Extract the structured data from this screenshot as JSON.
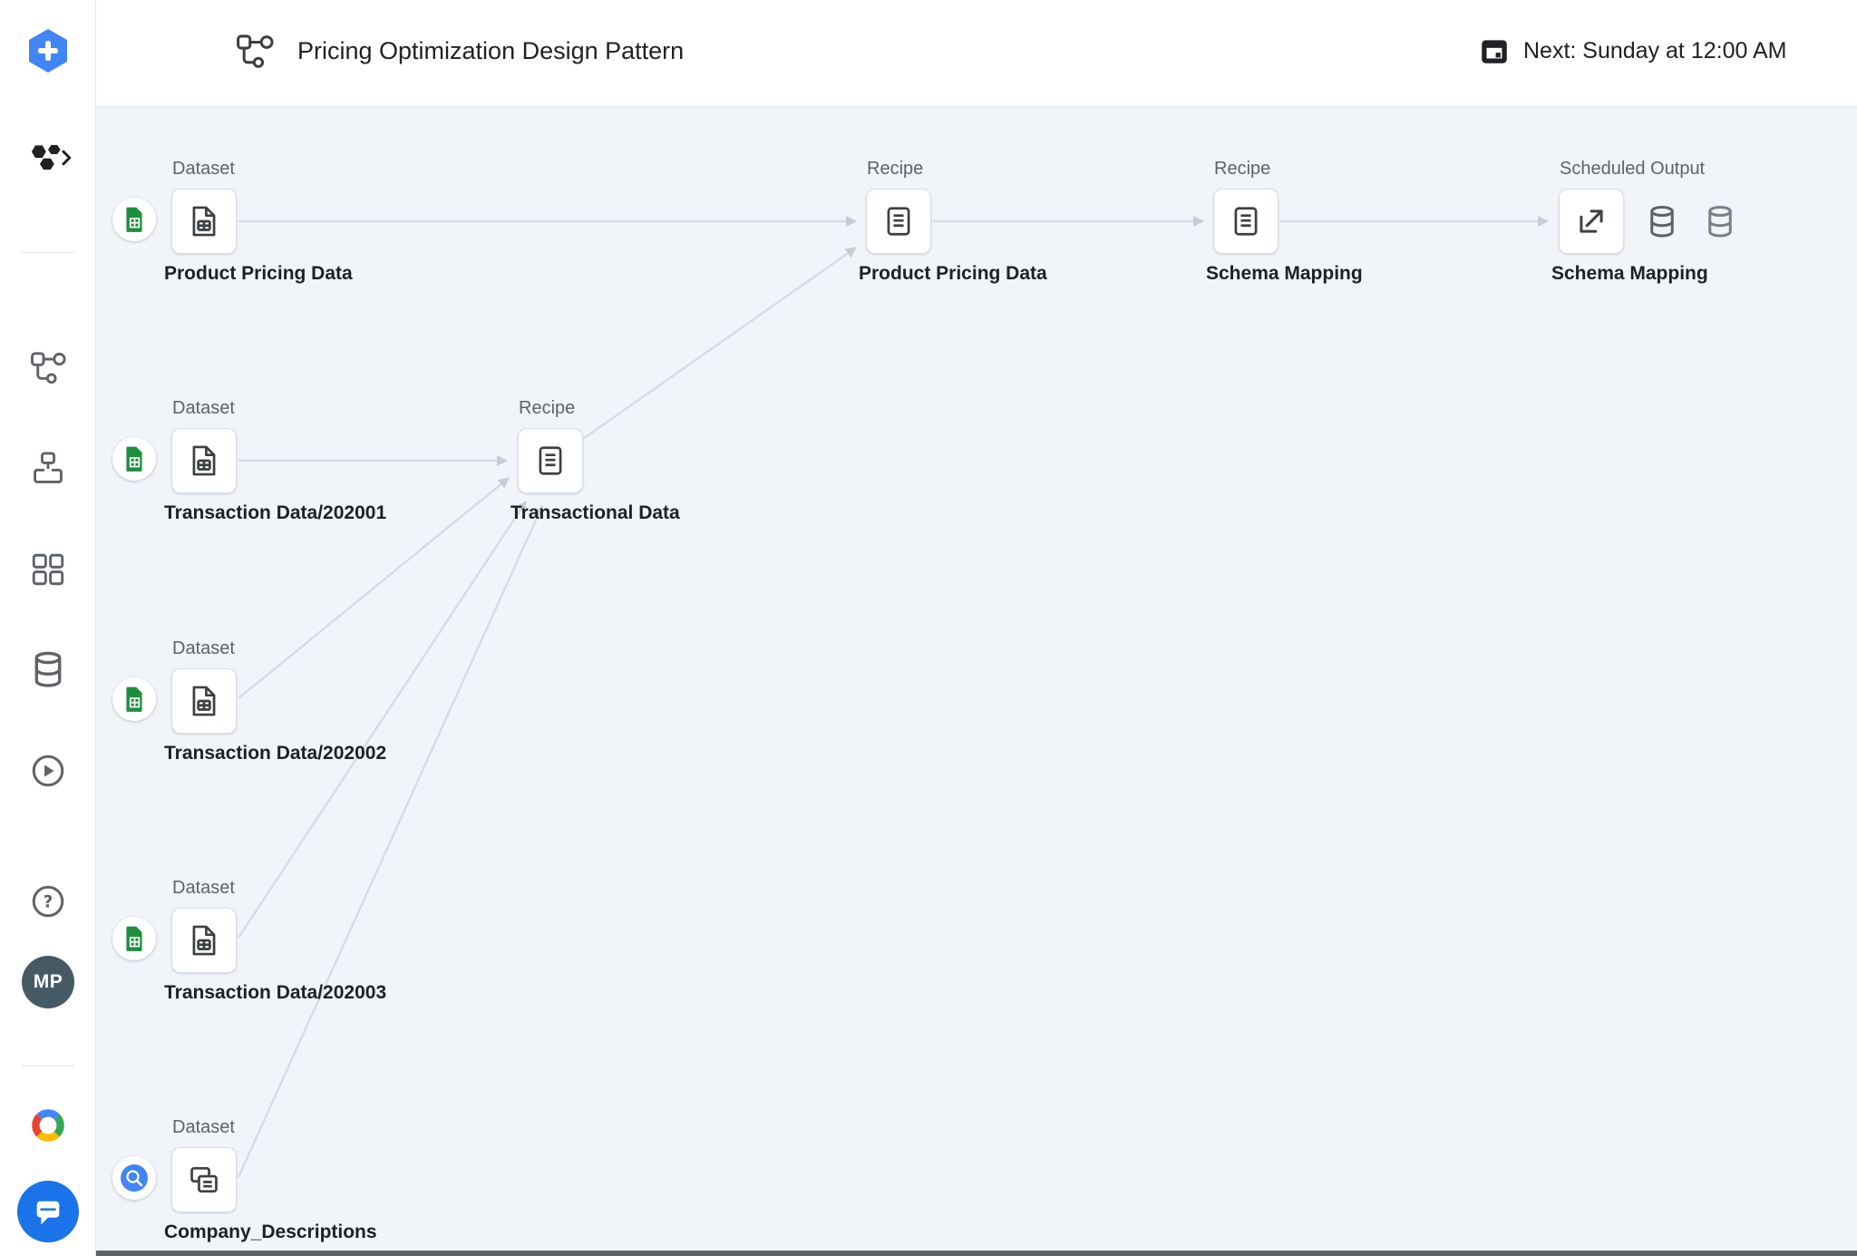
{
  "header": {
    "title": "Pricing Optimization Design Pattern",
    "schedule_text": "Next: Sunday at 12:00 AM"
  },
  "sidebar": {
    "avatar_initials": "MP"
  },
  "nodes": [
    {
      "id": "ds-product-pricing",
      "type_label": "Dataset",
      "name": "Product Pricing Data",
      "badge": "google-sheets"
    },
    {
      "id": "rcp-product-pricing",
      "type_label": "Recipe",
      "name": "Product Pricing Data"
    },
    {
      "id": "rcp-schema-mapping",
      "type_label": "Recipe",
      "name": "Schema Mapping"
    },
    {
      "id": "out-schema-mapping",
      "type_label": "Scheduled Output",
      "name": "Schema Mapping"
    },
    {
      "id": "ds-transaction-202001",
      "type_label": "Dataset",
      "name": "Transaction Data/202001",
      "badge": "google-sheets"
    },
    {
      "id": "rcp-transactional-data",
      "type_label": "Recipe",
      "name": "Transactional Data"
    },
    {
      "id": "ds-transaction-202002",
      "type_label": "Dataset",
      "name": "Transaction Data/202002",
      "badge": "google-sheets"
    },
    {
      "id": "ds-transaction-202003",
      "type_label": "Dataset",
      "name": "Transaction Data/202003",
      "badge": "google-sheets"
    },
    {
      "id": "ds-company-descriptions",
      "type_label": "Dataset",
      "name": "Company_Descriptions",
      "badge": "bigquery"
    }
  ],
  "edges": [
    {
      "from": "ds-product-pricing",
      "to": "rcp-product-pricing"
    },
    {
      "from": "rcp-product-pricing",
      "to": "rcp-schema-mapping"
    },
    {
      "from": "rcp-schema-mapping",
      "to": "out-schema-mapping"
    },
    {
      "from": "ds-transaction-202001",
      "to": "rcp-transactional-data"
    },
    {
      "from": "ds-transaction-202002",
      "to": "rcp-transactional-data"
    },
    {
      "from": "ds-transaction-202003",
      "to": "rcp-transactional-data"
    },
    {
      "from": "ds-company-descriptions",
      "to": "rcp-transactional-data"
    },
    {
      "from": "rcp-transactional-data",
      "to": "rcp-product-pricing"
    }
  ],
  "icons": {
    "flow-icon": "node-graph glyph",
    "calendar-icon": "filled calendar",
    "search-icon": "magnifier",
    "info-icon": "circled i",
    "dataset-icon": "document with table",
    "recipe-icon": "scroll with lines",
    "output-icon": "export arrow",
    "database-icon": "cylinder stack",
    "google-sheets-icon": "green sheet",
    "bigquery-icon": "blue magnifier",
    "help-icon": "circled question mark",
    "chat-icon": "speech bubble"
  },
  "colors": {
    "accent_blue": "#1a73e8",
    "canvas_bg": "#f1f4f9",
    "sheets_green": "#1e8e3e",
    "bigquery_blue": "#4285f4",
    "icon_gray": "#5f6368",
    "edge_gray": "#d7dce4"
  }
}
